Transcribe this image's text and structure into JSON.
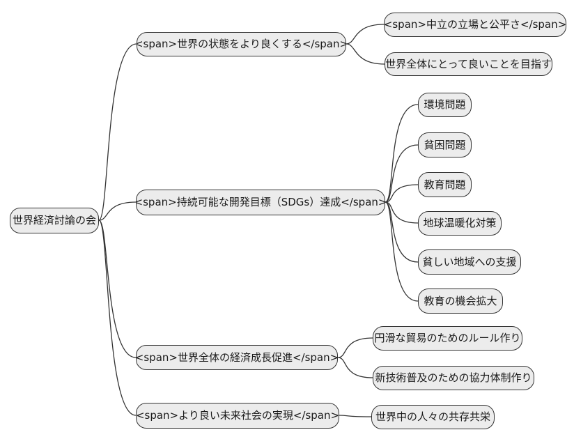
{
  "mindmap": {
    "root": {
      "label": "世界経済討論の会"
    },
    "branches": [
      {
        "label": "<span>世界の状態をより良くする</span>",
        "children": [
          {
            "label": "<span>中立の立場と公平さ</span>"
          },
          {
            "label": "世界全体にとって良いことを目指す"
          }
        ]
      },
      {
        "label": "<span>持続可能な開発目標（SDGs）達成</span>",
        "children": [
          {
            "label": "環境問題"
          },
          {
            "label": "貧困問題"
          },
          {
            "label": "教育問題"
          },
          {
            "label": "地球温暖化対策"
          },
          {
            "label": "貧しい地域への支援"
          },
          {
            "label": "教育の機会拡大"
          }
        ]
      },
      {
        "label": "<span>世界全体の経済成長促進</span>",
        "children": [
          {
            "label": "円滑な貿易のためのルール作り"
          },
          {
            "label": "新技術普及のための協力体制作り"
          }
        ]
      },
      {
        "label": "<span>より良い未来社会の実現</span>",
        "children": [
          {
            "label": "世界中の人々の共存共栄"
          }
        ]
      }
    ],
    "colors": {
      "background": "#ffffff",
      "node_fill": "#ececec",
      "node_border": "#333333",
      "edge_line": "#333333",
      "text": "#1a1a1a"
    }
  }
}
